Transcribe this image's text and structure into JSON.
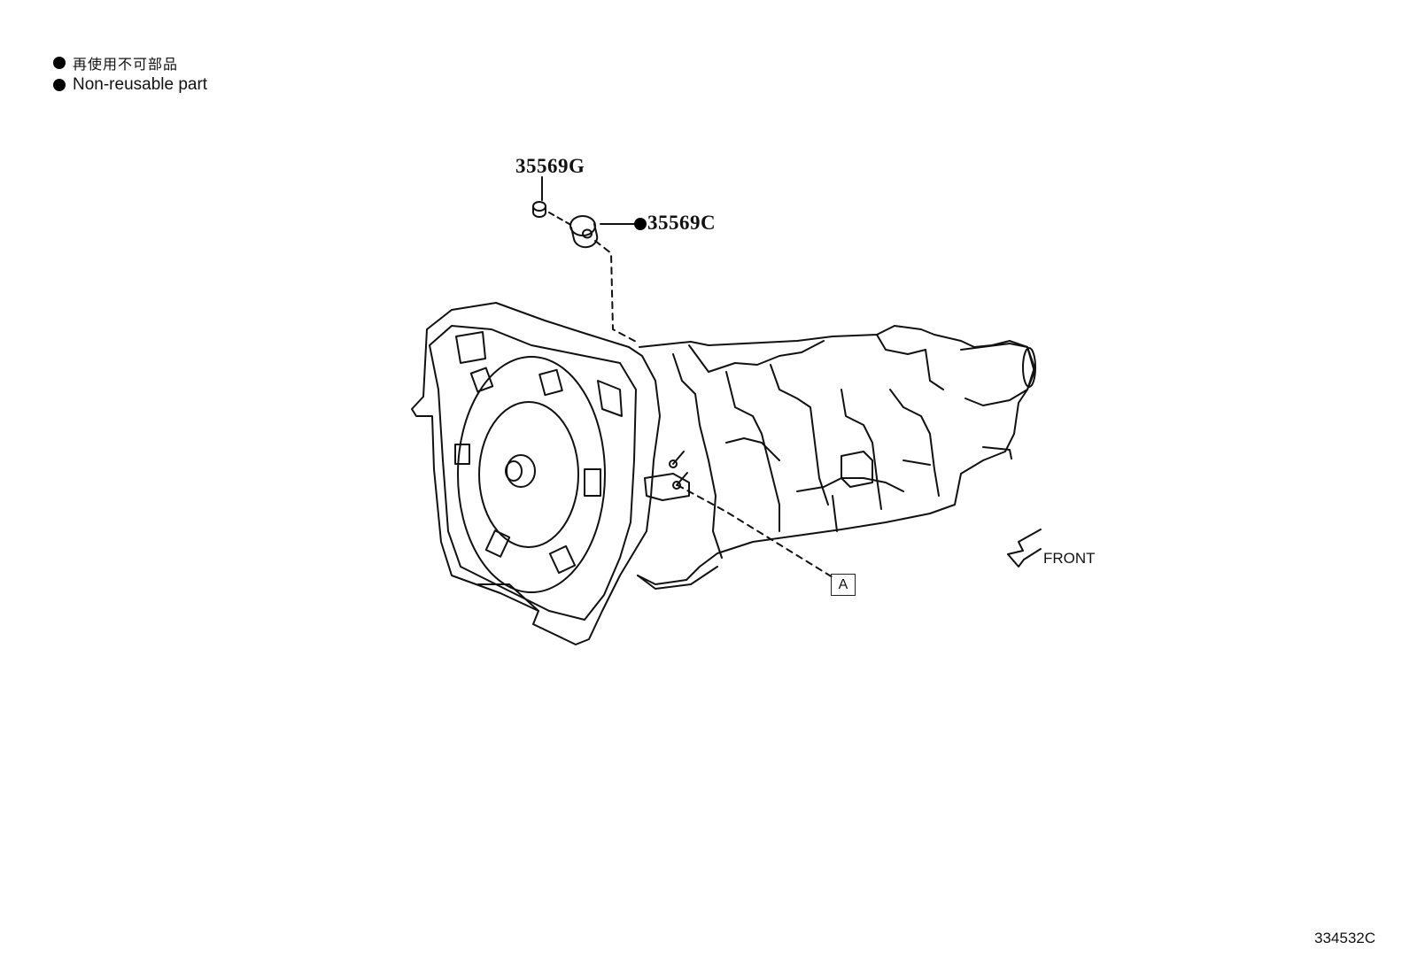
{
  "legend": {
    "japanese": "再使用不可部品",
    "english": "Non-reusable part"
  },
  "parts": {
    "plug": "35569G",
    "gasket": "35569C"
  },
  "reference_marker": "A",
  "direction_label": "FRONT",
  "diagram_number": "334532C"
}
